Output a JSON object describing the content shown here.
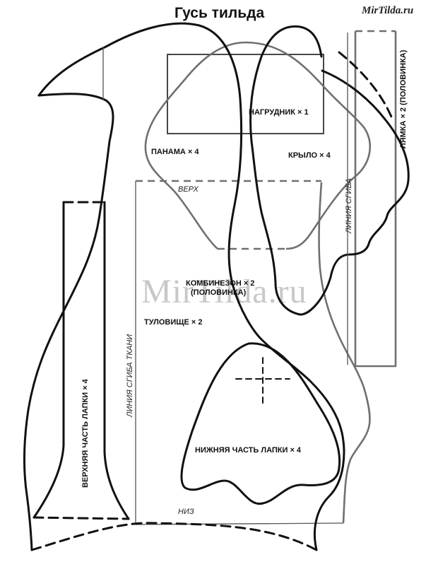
{
  "title": "Гусь тильда",
  "site_mark": "MirTilda.ru",
  "watermark": "MirTilda.ru",
  "pieces": {
    "nagrudnik": "НАГРУДНИК × 1",
    "panama": "ПАНАМА × 4",
    "krylo": "КРЫЛО × 4",
    "lyamka": "ЛЯМКА × 2 (ПОЛОВИНКА)",
    "kombinezon_line1": "КОМБИНЕЗОН × 2",
    "kombinezon_line2": "(ПОЛОВИНКА)",
    "tulovishche": "ТУЛОВИЩЕ × 2",
    "verkh_lapki": "ВЕРХНЯЯ ЧАСТЬ ЛАПКИ × 4",
    "nizh_lapki": "НИЖНЯЯ ЧАСТЬ ЛАПКИ × 4"
  },
  "markers": {
    "verkh": "ВЕРХ",
    "niz": "НИЗ",
    "fold_line": "ЛИНИЯ СГИБА",
    "fold_line_fabric": "ЛИНИЯ СГИБА ТКАНИ"
  }
}
